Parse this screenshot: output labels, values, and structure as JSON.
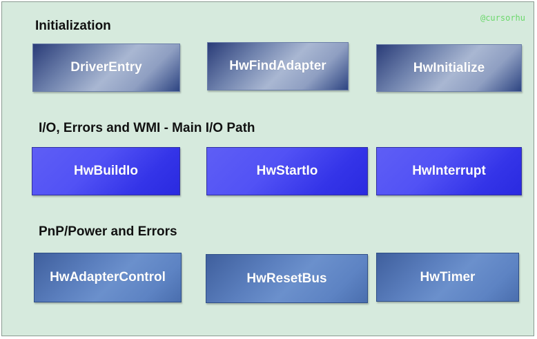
{
  "watermark": "@cursorhu",
  "sections": [
    {
      "label": "Initialization",
      "boxes": [
        "DriverEntry",
        "HwFindAdapter",
        "HwInitialize"
      ]
    },
    {
      "label": "I/O, Errors and WMI  -  Main I/O Path",
      "boxes": [
        "HwBuildIo",
        "HwStartIo",
        "HwInterrupt"
      ]
    },
    {
      "label": "PnP/Power and Errors",
      "boxes": [
        "HwAdapterControl",
        "HwResetBus",
        "HwTimer"
      ]
    }
  ],
  "colors": {
    "background": "#d6eadd",
    "init_box": "#8f9fc2",
    "io_box": "#4a4af0",
    "pnp_box": "#5b7fbe",
    "watermark": "#6bd86b"
  }
}
